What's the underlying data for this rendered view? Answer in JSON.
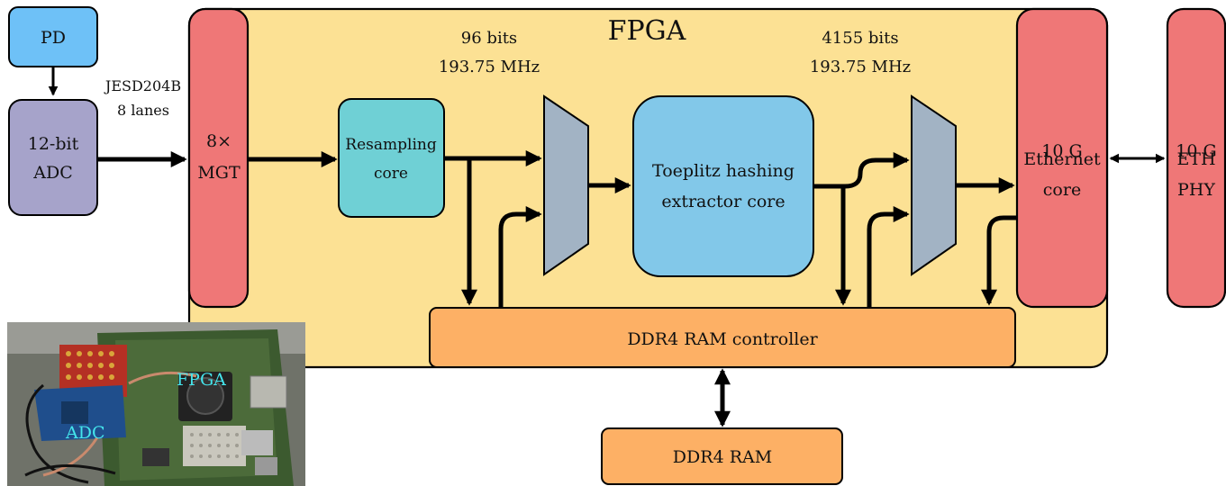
{
  "colors": {
    "fpga_fill": "#fce194",
    "pd_fill": "#6ec1f7",
    "adc_fill": "#a6a3ca",
    "mgt_fill": "#ef7777",
    "resampling_fill": "#6fd0d5",
    "toeplitz_fill": "#82c8e9",
    "mux_fill": "#a2b3c4",
    "ddr_fill": "#fdb065",
    "photo_label": "#45e5ec"
  },
  "blocks": {
    "pd": "PD",
    "adc": [
      "12-bit",
      "ADC"
    ],
    "mgt": [
      "8×",
      "MGT"
    ],
    "fpga": "FPGA",
    "resampling": [
      "Resampling",
      "core"
    ],
    "toeplitz": [
      "Toeplitz hashing",
      "extractor core"
    ],
    "ethernet_core": [
      "10 G",
      "Ethernet",
      "core"
    ],
    "eth_phy": [
      "10 G",
      "ETH",
      "PHY"
    ],
    "ddr_controller": "DDR4 RAM controller",
    "ddr_ram": "DDR4 RAM"
  },
  "labels": {
    "jesd": [
      "JESD204B",
      "8 lanes"
    ],
    "left_bus": [
      "96 bits",
      "193.75 MHz"
    ],
    "right_bus": [
      "4155 bits",
      "193.75 MHz"
    ]
  },
  "photo": {
    "fpga_label": "FPGA",
    "adc_label": "ADC"
  }
}
